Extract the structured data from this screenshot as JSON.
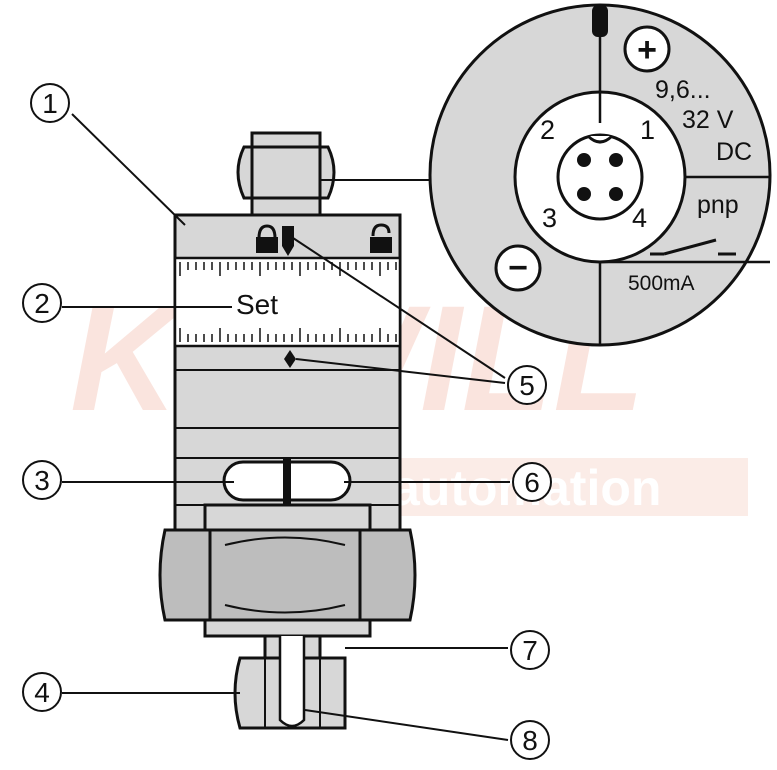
{
  "callouts": [
    "1",
    "2",
    "3",
    "4",
    "5",
    "6",
    "7",
    "8"
  ],
  "scale": {
    "set_label": "Set"
  },
  "connector": {
    "pins": [
      "1",
      "2",
      "3",
      "4"
    ],
    "plus_sign": "+",
    "minus_sign": "−",
    "voltage_line1": "9,6...",
    "voltage_line2": "32 V",
    "voltage_line3": "DC",
    "output_type": "pnp",
    "current": "500mA"
  },
  "watermark": {
    "brand": "KEWILL",
    "sub": "automation"
  },
  "colors": {
    "body_gray": "#d7d7d7",
    "dark_gray": "#bdbdbd",
    "outline": "#111111",
    "watermark_red": "#f4c9bd"
  }
}
